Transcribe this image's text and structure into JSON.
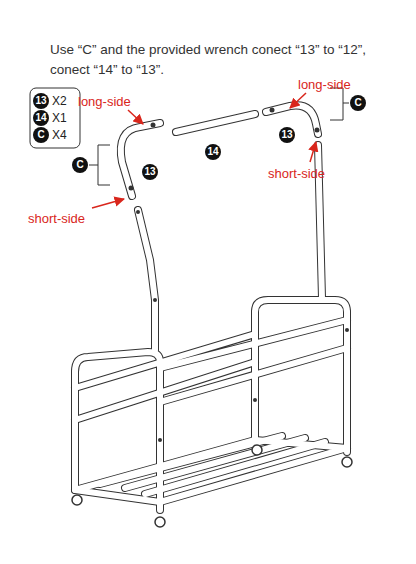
{
  "diagram": {
    "title": "Use “C” and the provided wrench conect “13” to “12”, conect “14” to “13”.",
    "labels": [
      "13",
      "X2",
      "14",
      "X1",
      "C",
      "X4",
      "long-side",
      "long-side",
      "C",
      "C",
      "13",
      "14",
      "13",
      "short-side",
      "short-side"
    ]
  }
}
